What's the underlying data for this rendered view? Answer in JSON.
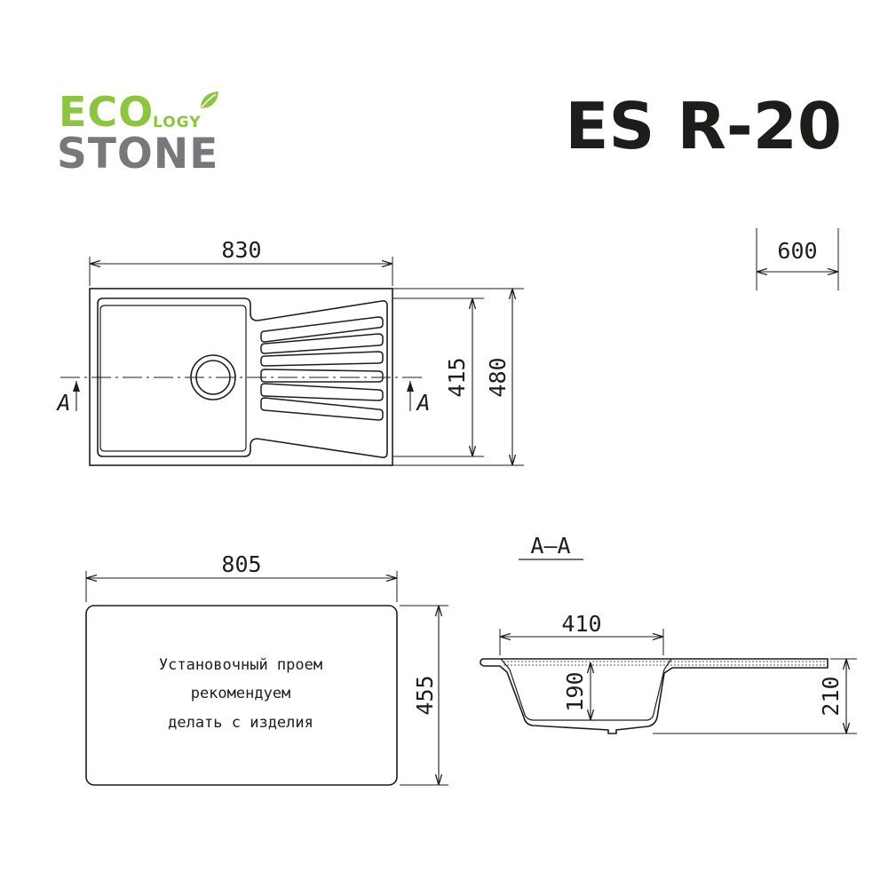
{
  "logo": {
    "eco": "ECO",
    "logy": "LOGY",
    "stone": "STONE",
    "colors": {
      "green": "#8cc63f",
      "gray": "#77787b"
    }
  },
  "title": "ES R-20",
  "dimensions": {
    "width_overall": "830",
    "depth_overall": "480",
    "depth_inner": "415",
    "cabinet": "600",
    "cutout_width": "805",
    "cutout_depth": "455",
    "bowl_width": "410",
    "bowl_depth": "190",
    "total_height": "210"
  },
  "section": {
    "mark": "A",
    "label": "A–A"
  },
  "cutout_note": {
    "line1": "Установочный проем",
    "line2": "рекомендуем",
    "line3": "делать с изделия"
  },
  "colors": {
    "line": "#1d1d1b",
    "fill": "#ffffff"
  }
}
